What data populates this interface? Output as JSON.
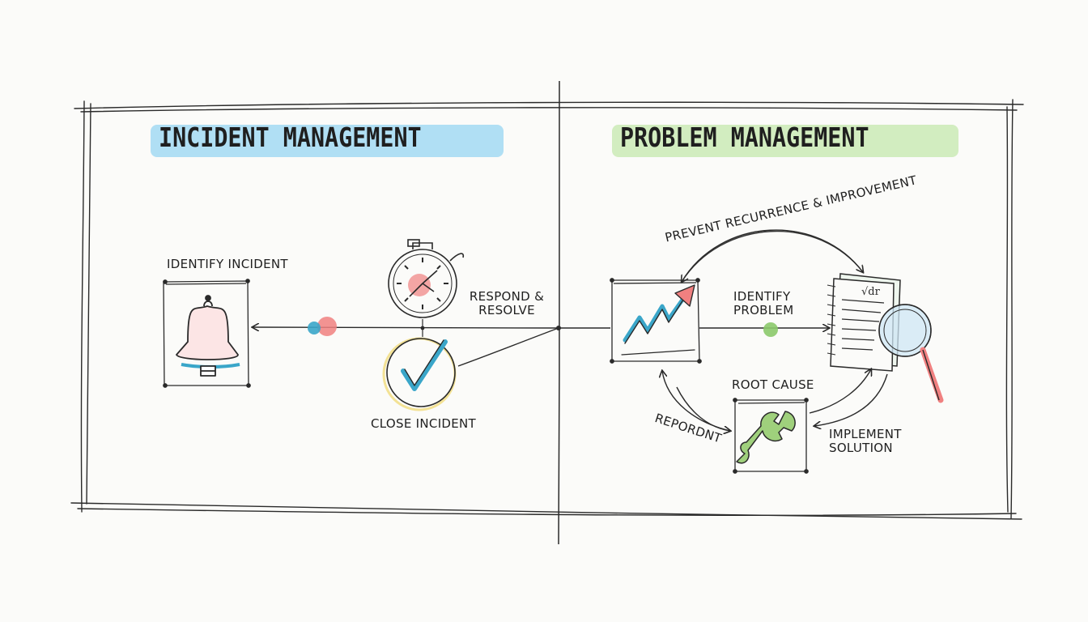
{
  "colors": {
    "ink": "#2a2a2a",
    "incident_highlight": "#9fd6f0",
    "problem_highlight": "#c8e9b4",
    "accent_red": "#f08080",
    "accent_blue": "#3aa6c9",
    "accent_green": "#8bc96a",
    "accent_yellow": "#f2df8a"
  },
  "incident": {
    "title": "INCIDENT MANAGEMENT",
    "identify_label": "IDENTIFY INCIDENT",
    "respond_label_1": "RESPOND &",
    "respond_label_2": "RESOLVE",
    "close_label": "CLOSE INCIDENT",
    "icons": [
      "bell-icon",
      "stopwatch-icon",
      "checkmark-icon"
    ]
  },
  "problem": {
    "title": "PROBLEM MANAGEMENT",
    "prevent_label": "PREVENT RECURRENCE & IMPROVEMENT",
    "identify_label_1": "IDENTIFY",
    "identify_label_2": "PROBLEM",
    "root_cause_label": "ROOT CAUSE",
    "report_label": "REPORDNT",
    "implement_label_1": "IMPLEMENT",
    "implement_label_2": "SOLUTION",
    "icons": [
      "trend-chart-icon",
      "document-magnifier-icon",
      "wrench-icon"
    ]
  }
}
